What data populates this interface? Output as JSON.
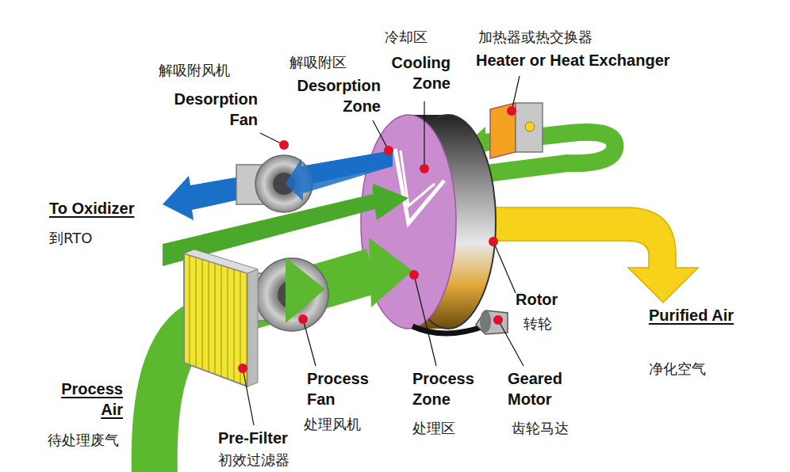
{
  "diagram": {
    "labels": [
      "解吸附风机",
      "Desorption Fan",
      "解吸附区",
      "Desorption Zone",
      "冷却区",
      "Cooling Zone",
      "加热器或热交换器",
      "Heater or Heat Exchanger",
      "To Oxidizer",
      "到RTO",
      "Rotor",
      "转轮",
      "Purified Air",
      "净化空气",
      "Process Air",
      "待处理废气",
      "Pre-Filter",
      "初效过滤器",
      "Process Fan",
      "处理风机",
      "Process Zone",
      "处理区",
      "Geared Motor",
      "齿轮马达"
    ]
  }
}
